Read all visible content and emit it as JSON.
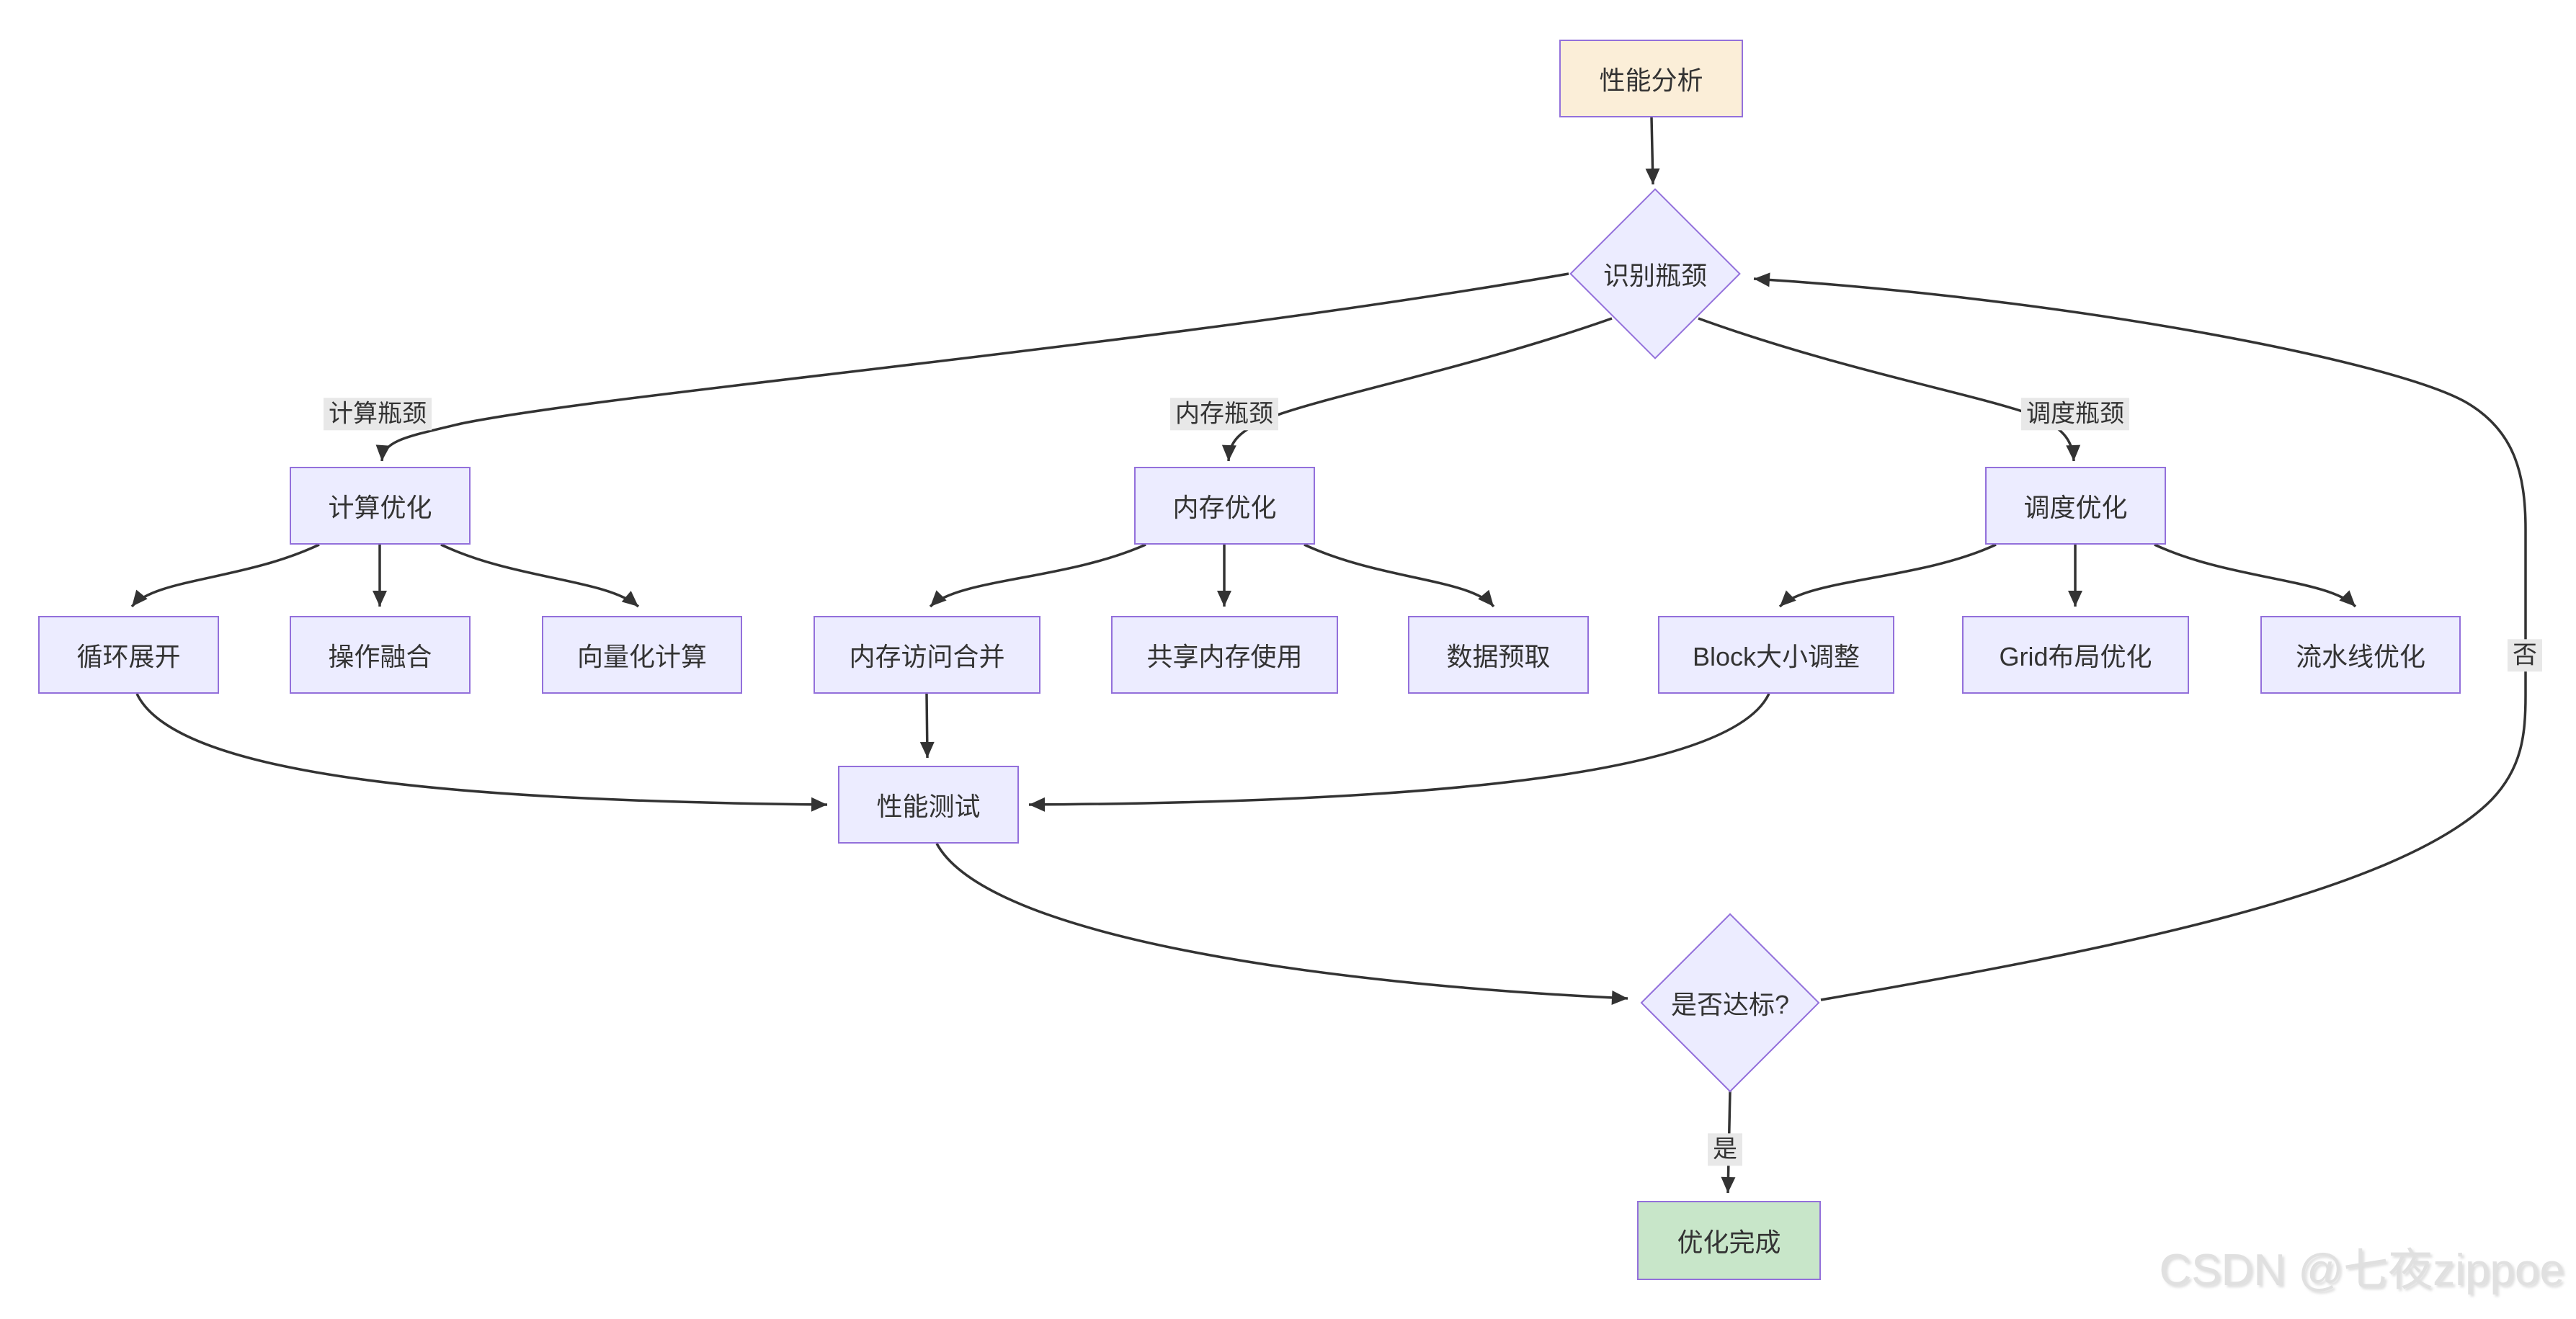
{
  "diagram": {
    "nodes": {
      "start": {
        "label": "性能分析"
      },
      "identify": {
        "label": "识别瓶颈"
      },
      "compute_opt": {
        "label": "计算优化"
      },
      "memory_opt": {
        "label": "内存优化"
      },
      "schedule_opt": {
        "label": "调度优化"
      },
      "loop_unroll": {
        "label": "循环展开"
      },
      "op_fusion": {
        "label": "操作融合"
      },
      "vectorize": {
        "label": "向量化计算"
      },
      "mem_coalesce": {
        "label": "内存访问合并"
      },
      "shared_mem": {
        "label": "共享内存使用"
      },
      "prefetch": {
        "label": "数据预取"
      },
      "block_size": {
        "label": "Block大小调整"
      },
      "grid_layout": {
        "label": "Grid布局优化"
      },
      "pipeline": {
        "label": "流水线优化"
      },
      "perf_test": {
        "label": "性能测试"
      },
      "meets_target": {
        "label": "是否达标?"
      },
      "done": {
        "label": "优化完成"
      }
    },
    "edge_labels": {
      "compute": "计算瓶颈",
      "memory": "内存瓶颈",
      "schedule": "调度瓶颈",
      "yes": "是",
      "no": "否"
    },
    "colors": {
      "node_fill": "#ECECFF",
      "node_border": "#9370DB",
      "start_fill": "#FBEED8",
      "done_fill": "#C8E6C9",
      "edge": "#333333",
      "label_bg": "#E8E8E8",
      "text": "#333333"
    }
  },
  "watermark": {
    "text": "CSDN @七夜zippoe"
  }
}
